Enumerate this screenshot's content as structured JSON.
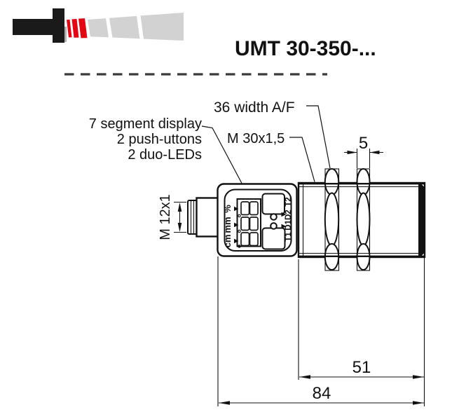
{
  "title": "UMT 30-350-...",
  "colors": {
    "ink": "#1a1a1a",
    "red": "#e30613",
    "beam_gray": "#d2d2d2",
    "dash_gray": "#3a3a3a"
  },
  "callouts": {
    "width_af": "36 width A/F",
    "display_line1": "7 segment display",
    "display_line2": "2 push-uttons",
    "display_line3": "2 duo-LEDs",
    "body_thread": "M 30x1,5",
    "connector_thread": "M 12x1"
  },
  "display_panel": {
    "digits": "888",
    "unit_labels": [
      "%",
      "mm",
      "cm"
    ],
    "io_labels": [
      "T1",
      "D1D2",
      "T2"
    ]
  },
  "dimensions": {
    "nut_width_mm": "5",
    "thread_length_mm": "51",
    "total_length_mm": "84"
  }
}
